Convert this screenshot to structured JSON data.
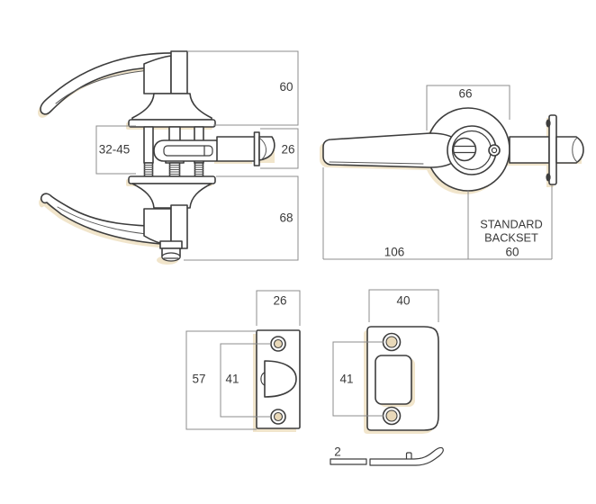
{
  "drawing": {
    "side_view": {
      "dim_top": "60",
      "dim_latch": "26",
      "dim_bottom": "68",
      "dim_door_thickness": "32-45"
    },
    "front_view": {
      "dim_rose": "66",
      "dim_length": "106",
      "backset_line1": "STANDARD",
      "backset_line2": "BACKSET",
      "dim_backset": "60"
    },
    "latch_plate": {
      "dim_width": "26",
      "dim_height": "57",
      "dim_holes": "41"
    },
    "strike_plate": {
      "dim_width": "40",
      "dim_holes": "41",
      "dim_thickness": "2"
    }
  },
  "colors": {
    "outline": "#3d3d3d",
    "dimension_line": "#8c8c8c",
    "text": "#3a3a3a",
    "shadow": "#f1e5cb",
    "hole_fill": "#e9d9b9",
    "background": "#ffffff"
  }
}
